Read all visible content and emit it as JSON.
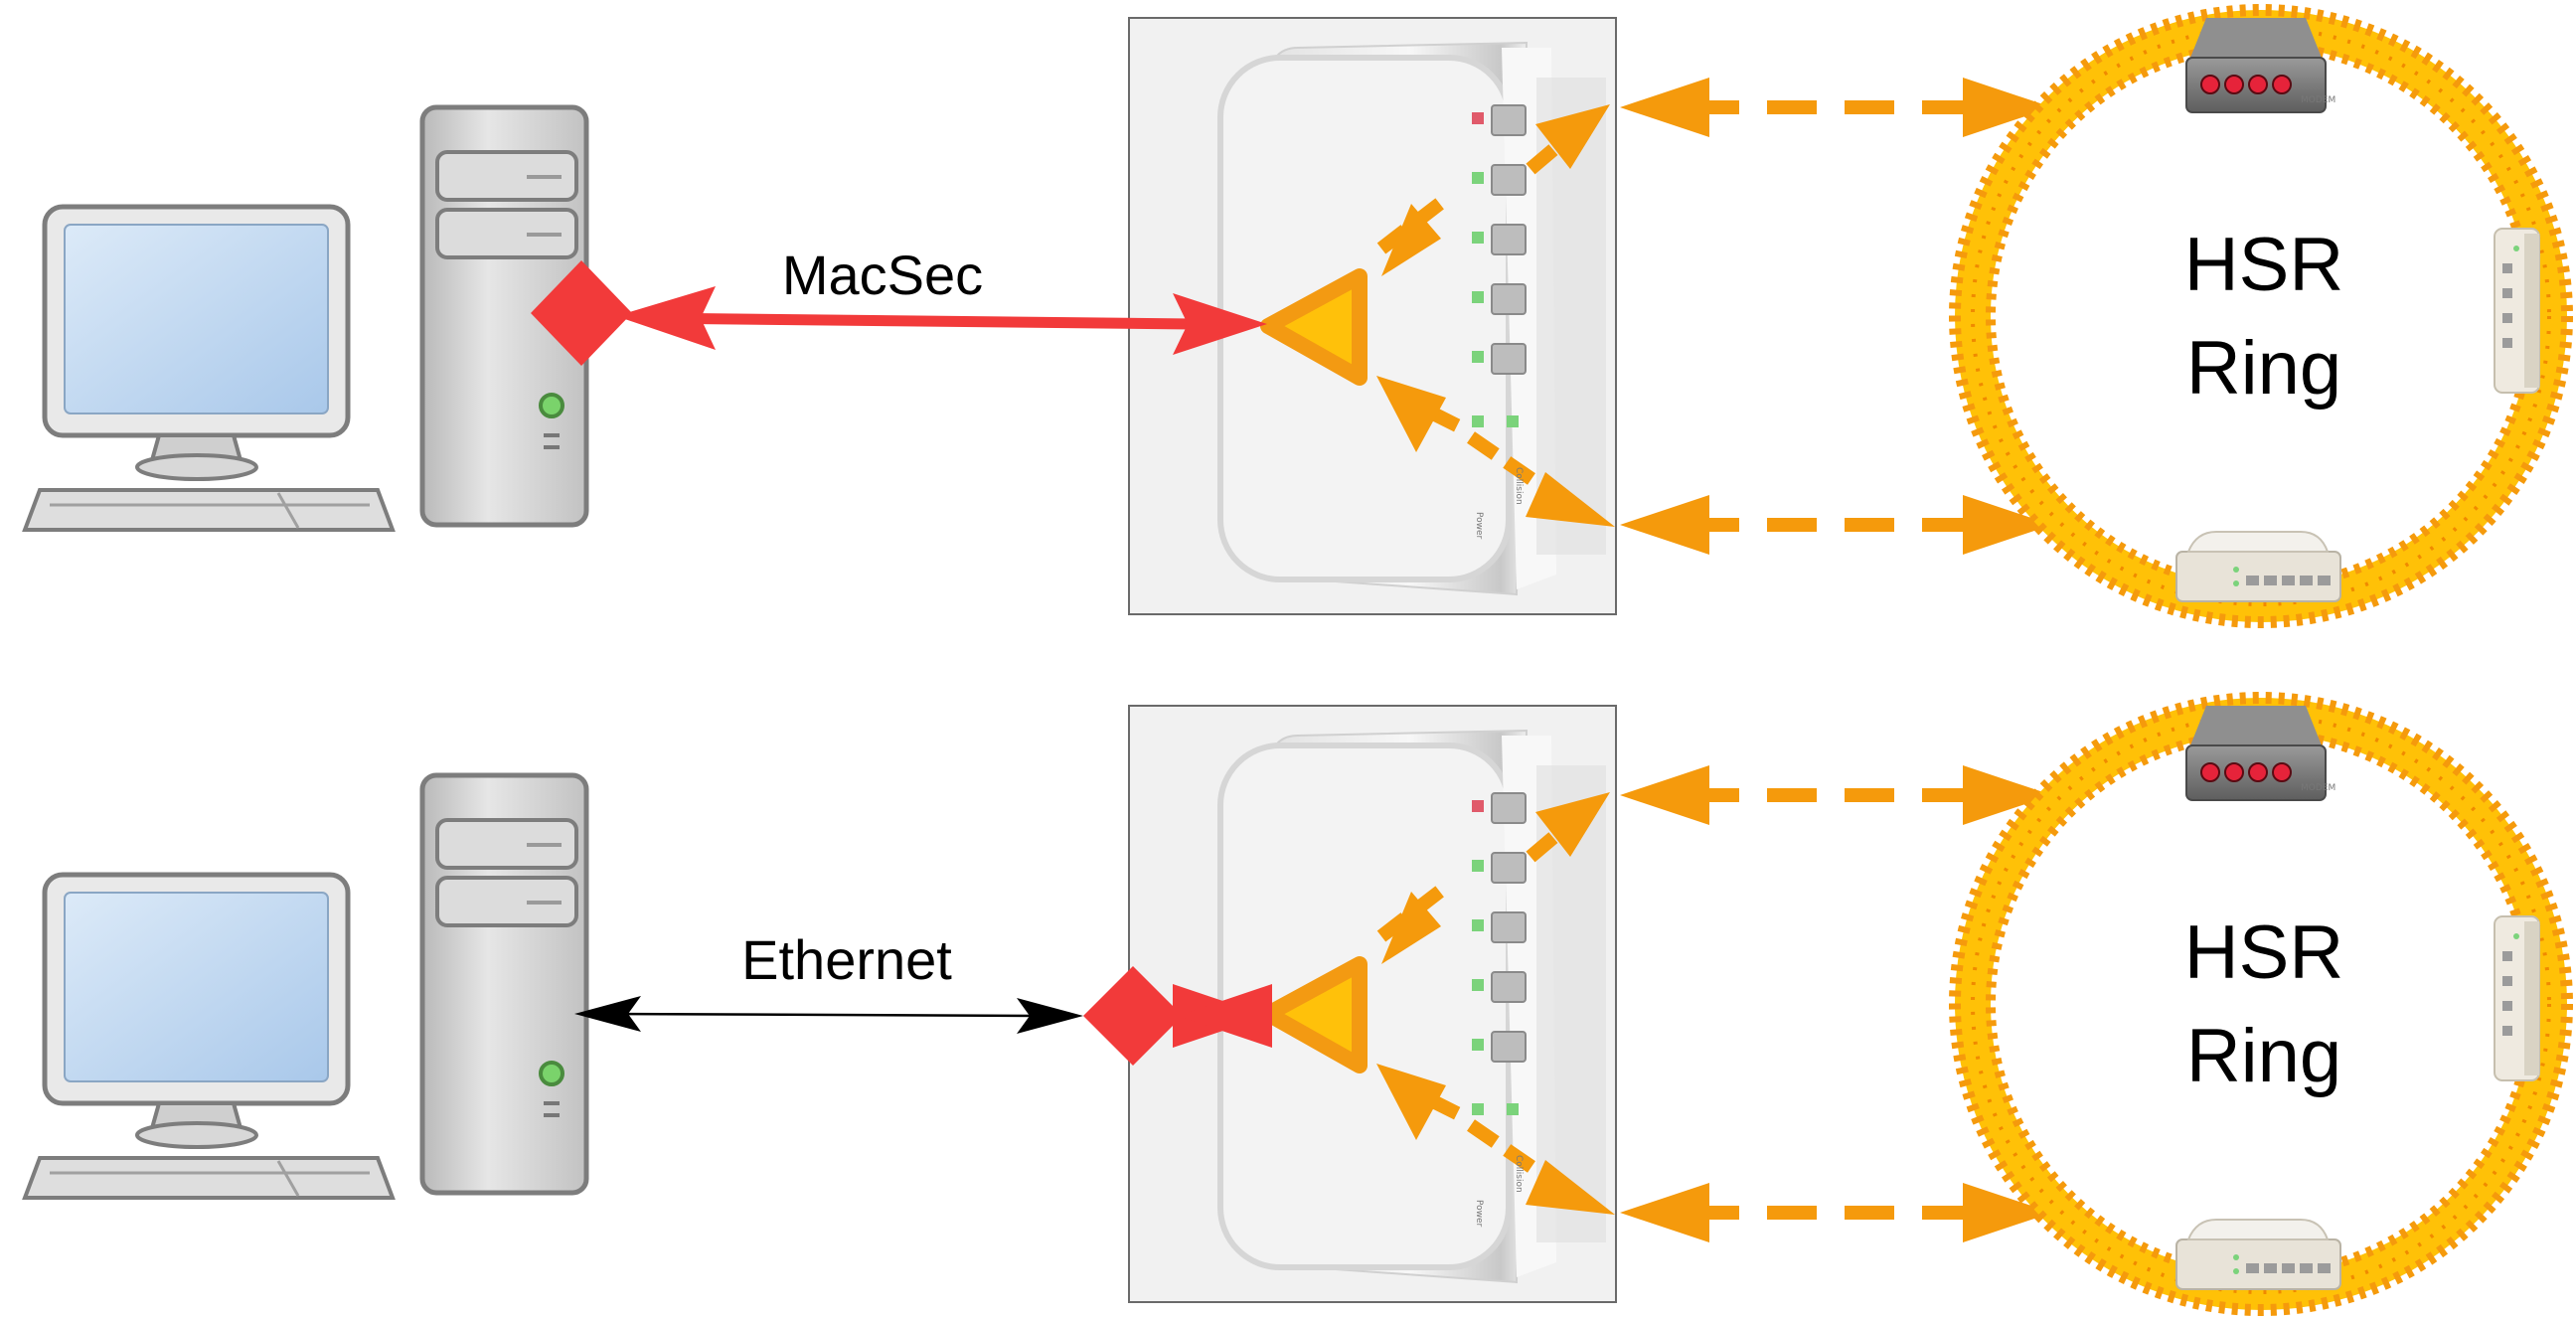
{
  "rows": [
    {
      "link_label": "MacSec",
      "ring_label": [
        "HSR",
        "Ring"
      ],
      "link_style": "red-thick",
      "secure_endpoint": "computer"
    },
    {
      "link_label": "Ethernet",
      "ring_label": [
        "HSR",
        "Ring"
      ],
      "link_style": "black-thin",
      "secure_endpoint": "switch"
    }
  ],
  "device_labels": {
    "switch_power": "Power",
    "switch_collision": "Collision",
    "modem": "MODEM"
  },
  "colors": {
    "macsec": "#f23a3a",
    "ethernet": "#000000",
    "hsr_orange": "#f59a0c",
    "ring_yellow": "#ffc107",
    "screen_blue": "#bcd6f0"
  },
  "icons": [
    "computer-icon",
    "switch-icon",
    "modem-icon",
    "hsr-ring-icon",
    "redbox-triangle-icon",
    "macsec-diamond-icon"
  ]
}
